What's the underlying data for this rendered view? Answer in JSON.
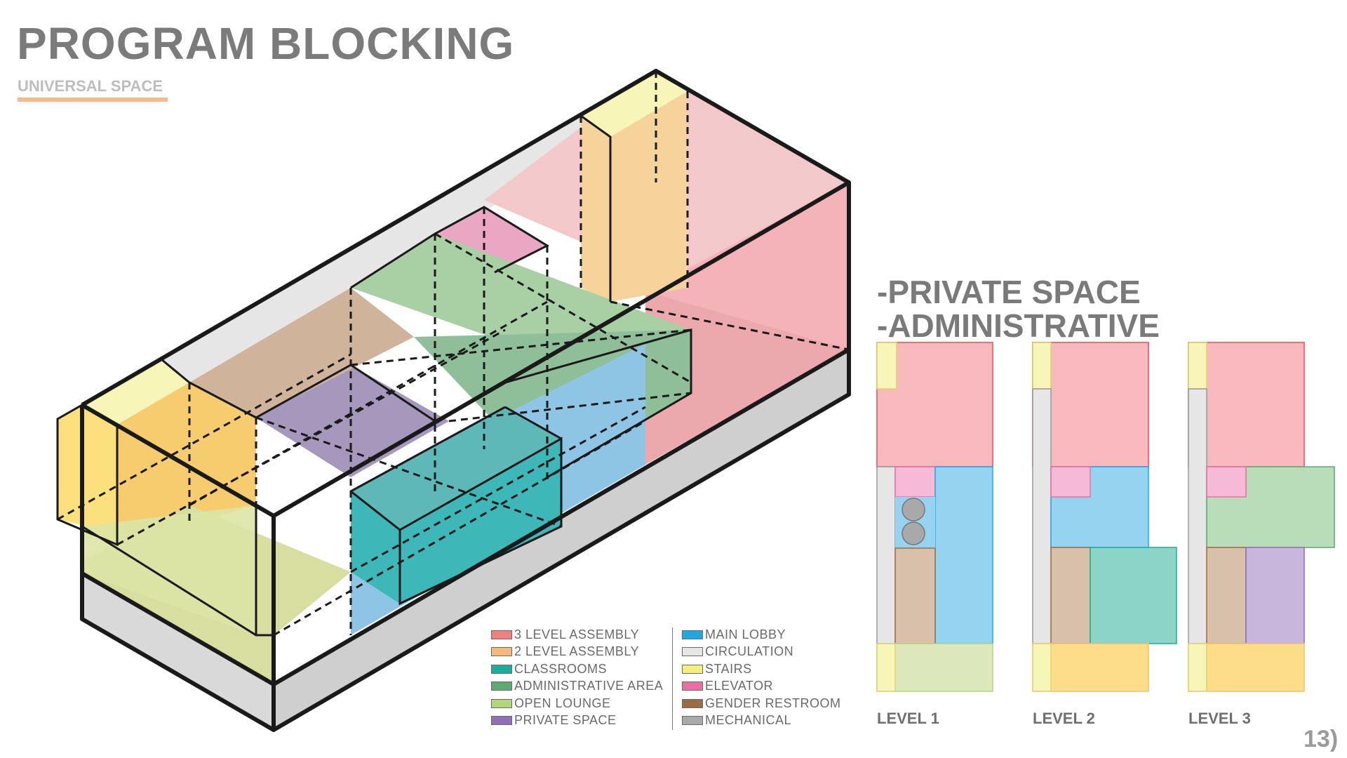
{
  "title": "PROGRAM BLOCKING",
  "subtitle": "UNIVERSAL SPACE",
  "heading_lines": [
    "-PRIVATE SPACE",
    "-ADMINISTRATIVE"
  ],
  "levels": [
    "LEVEL 1",
    "LEVEL 2",
    "LEVEL 3"
  ],
  "page_number": "13)",
  "legend_left": [
    {
      "label": "3 LEVEL ASSEMBLY",
      "color": "#f08080"
    },
    {
      "label": "2 LEVEL ASSEMBLY",
      "color": "#f5b97a"
    },
    {
      "label": "CLASSROOMS",
      "color": "#1bae9a"
    },
    {
      "label": "ADMINISTRATIVE AREA",
      "color": "#5daa73"
    },
    {
      "label": "OPEN LOUNGE",
      "color": "#b2d77a"
    },
    {
      "label": "PRIVATE SPACE",
      "color": "#8e6fb8"
    }
  ],
  "legend_right": [
    {
      "label": "MAIN LOBBY",
      "color": "#1ea7e1"
    },
    {
      "label": "CIRCULATION",
      "color": "#e6e6e6"
    },
    {
      "label": "STAIRS",
      "color": "#f3ef7a"
    },
    {
      "label": "ELEVATOR",
      "color": "#e96fa3"
    },
    {
      "label": "GENDER RESTROOM",
      "color": "#9a6d45"
    },
    {
      "label": "MECHANICAL",
      "color": "#a9a9a9"
    }
  ]
}
